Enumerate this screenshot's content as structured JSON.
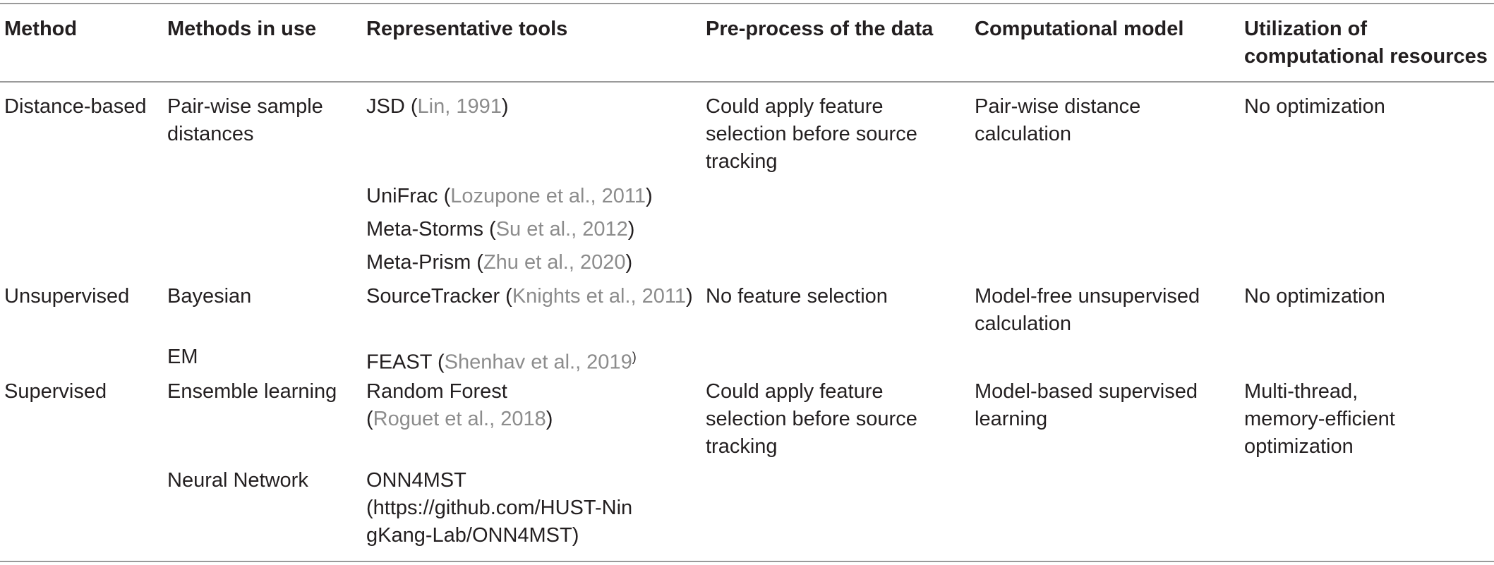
{
  "headers": [
    "Method",
    "Methods in use",
    "Representative tools",
    "Pre-process of the data",
    "Computational model",
    "Utilization of computational resources"
  ],
  "rows": {
    "distance": {
      "method": "Distance-based",
      "methods_in_use": "Pair-wise sample distances",
      "preprocess": "Could apply feature selection before source tracking",
      "model": "Pair-wise distance calculation",
      "resources": "No optimization",
      "tools": [
        {
          "name": "JSD",
          "cite": "Lin, 1991"
        },
        {
          "name": "UniFrac",
          "cite": "Lozupone et al., 2011"
        },
        {
          "name": "Meta-Storms",
          "cite": "Su et al., 2012"
        },
        {
          "name": "Meta-Prism",
          "cite": "Zhu et al., 2020"
        }
      ]
    },
    "unsupervised": {
      "method": "Unsupervised",
      "methods_in_use_1": "Bayesian",
      "methods_in_use_2": "EM",
      "preprocess": "No feature selection",
      "model": "Model-free unsupervised calculation",
      "resources": "No optimization",
      "tools": [
        {
          "name": "SourceTracker",
          "cite": "Knights et al., 2011"
        },
        {
          "name": "FEAST",
          "cite": "Shenhav et al., 2019"
        }
      ]
    },
    "supervised": {
      "method": "Supervised",
      "methods_in_use_1": "Ensemble learning",
      "methods_in_use_2": "Neural Network",
      "preprocess": "Could apply feature selection before source tracking",
      "model": "Model-based supervised learning",
      "resources": "Multi-thread, memory-efficient optimization",
      "tools": [
        {
          "name": "Random Forest",
          "cite": "Roguet et al., 2018"
        },
        {
          "name": "ONN4MST",
          "url": "https://github.com/HUST-NingKang-Lab/ONN4MST"
        }
      ]
    }
  }
}
